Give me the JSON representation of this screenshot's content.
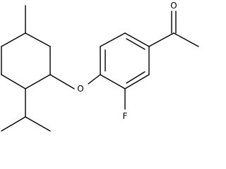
{
  "molecule": {
    "atoms": {
      "oxygen_carbonyl": "O",
      "oxygen_ether": "O",
      "fluorine": "F"
    },
    "colors": {
      "bond": "#000000",
      "background": "#ffffff"
    }
  }
}
